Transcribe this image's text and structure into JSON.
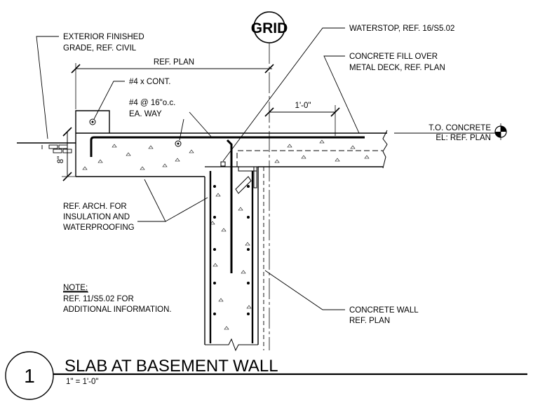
{
  "grid_bubble": "GRID",
  "notes": {
    "exterior_grade": [
      "EXTERIOR FINISHED",
      "GRADE, REF. CIVIL"
    ],
    "ref_plan_top": "REF. PLAN",
    "bar_cont": "#4 x CONT.",
    "bar_spacing": [
      "#4 @ 16\"o.c.",
      "EA. WAY"
    ],
    "waterstop": "WATERSTOP, REF. 16/S5.02",
    "concrete_fill": [
      "CONCRETE FILL OVER",
      "METAL DECK, REF. PLAN"
    ],
    "dim_1ft": "1'-0\"",
    "to_concrete": "T.O. CONCRETE",
    "el_ref_plan": "EL: REF. PLAN",
    "dim_8in": "8\"",
    "ref_arch": [
      "REF. ARCH. FOR",
      "INSULATION AND",
      "WATERPROOFING"
    ],
    "note_label": "NOTE:",
    "note_body": [
      "REF. 11/S5.02 FOR",
      "ADDITIONAL INFORMATION."
    ],
    "concrete_wall": [
      "CONCRETE WALL",
      "REF. PLAN"
    ]
  },
  "title_block": {
    "detail_number": "1",
    "title": "SLAB AT BASEMENT WALL",
    "scale": "1\" = 1'-0\""
  }
}
